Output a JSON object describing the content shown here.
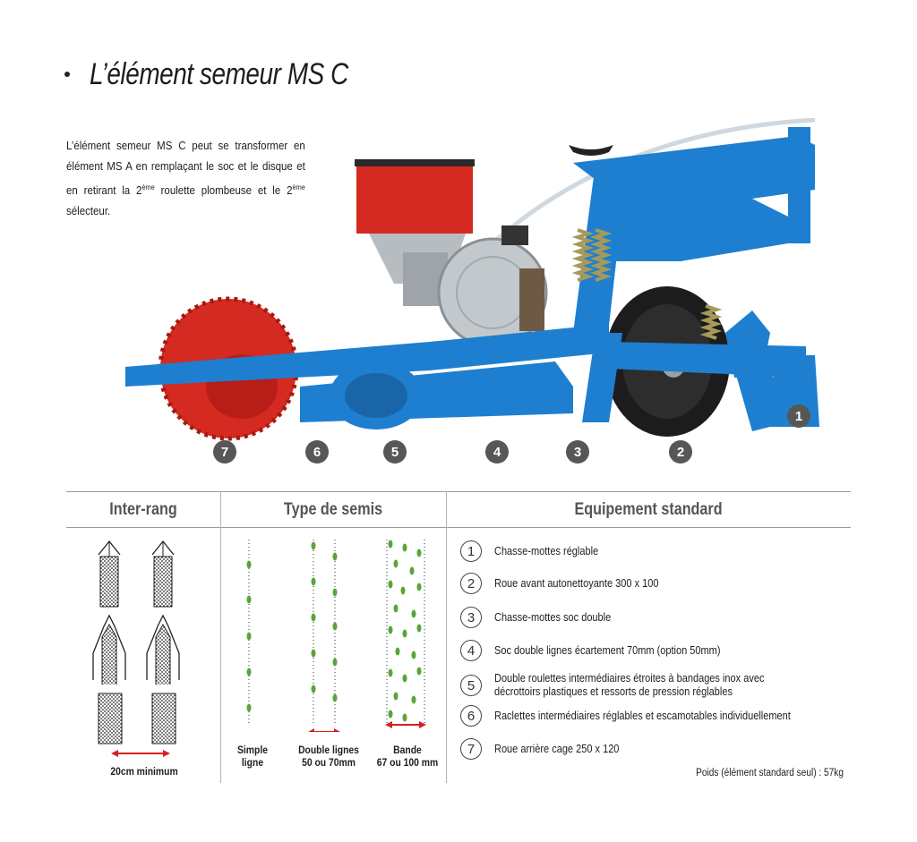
{
  "title": "L’élément semeur MS C",
  "intro": {
    "part1": "L’élément semeur MS C peut se transformer en élément MS A en remplaçant le soc et le disque et en retirant la 2",
    "sup1": "ème",
    "part2": " roulette plombeuse et le 2",
    "sup2": "ème",
    "part3": " sélecteur."
  },
  "callouts": [
    "1",
    "2",
    "3",
    "4",
    "5",
    "6",
    "7"
  ],
  "table": {
    "headers": {
      "inter_rang": "Inter-rang",
      "type_semis": "Type de semis",
      "equipement": "Equipement standard"
    },
    "inter_rang_caption": "20cm minimum",
    "semis_captions": {
      "simple_l1": "Simple",
      "simple_l2": "ligne",
      "double_l1": "Double lignes",
      "double_l2": "50 ou 70mm",
      "bande_l1": "Bande",
      "bande_l2": "67 ou 100 mm"
    },
    "equipment": [
      {
        "num": "1",
        "label": "Chasse-mottes réglable"
      },
      {
        "num": "2",
        "label": "Roue avant autonettoyante 300 x 100"
      },
      {
        "num": "3",
        "label": "Chasse-mottes soc double"
      },
      {
        "num": "4",
        "label": "Soc double lignes écartement 70mm (option 50mm)"
      },
      {
        "num": "5",
        "label": "Double roulettes intermédiaires étroites à bandages inox avec décrottoirs plastiques et ressorts de pression réglables"
      },
      {
        "num": "6",
        "label": "Raclettes intermédiaires réglables et escamotables individuellement"
      },
      {
        "num": "7",
        "label": "Roue arrière cage 250 x 120"
      }
    ],
    "weight": "Poids (élément standard seul) : 57kg"
  },
  "colors": {
    "frame_blue": "#1e7fd0",
    "hopper_red": "#d42a22",
    "callout_grey": "#575757",
    "seed_green": "#5aa53a",
    "arrow_red": "#d62020"
  }
}
